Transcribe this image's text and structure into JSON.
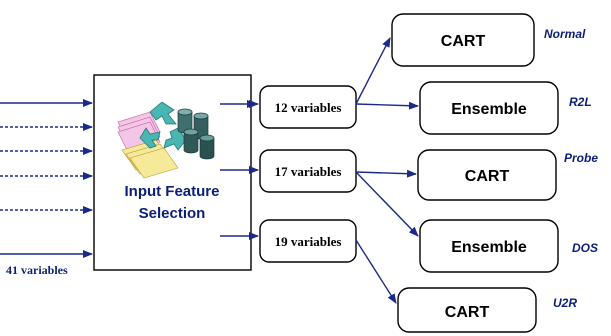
{
  "selector": {
    "label_line1": "Input Feature",
    "label_line2": "Selection",
    "input_count_label": "41 variables",
    "icon": "recycle-database-icon"
  },
  "subsets": [
    {
      "label": "12 variables"
    },
    {
      "label": "17 variables"
    },
    {
      "label": "19 variables"
    }
  ],
  "models": [
    {
      "label": "CART",
      "class_label": "Normal"
    },
    {
      "label": "Ensemble",
      "class_label": "R2L"
    },
    {
      "label": "CART",
      "class_label": "Probe"
    },
    {
      "label": "Ensemble",
      "class_label": "DOS"
    },
    {
      "label": "CART",
      "class_label": "U2R"
    }
  ],
  "colors": {
    "arrow": "#1b2a8a",
    "box_stroke": "#000000",
    "text": "#000000",
    "class_label": "#0b1f7a",
    "input_label": "#0b1f7a",
    "selector_label": "#0b1f7a"
  }
}
